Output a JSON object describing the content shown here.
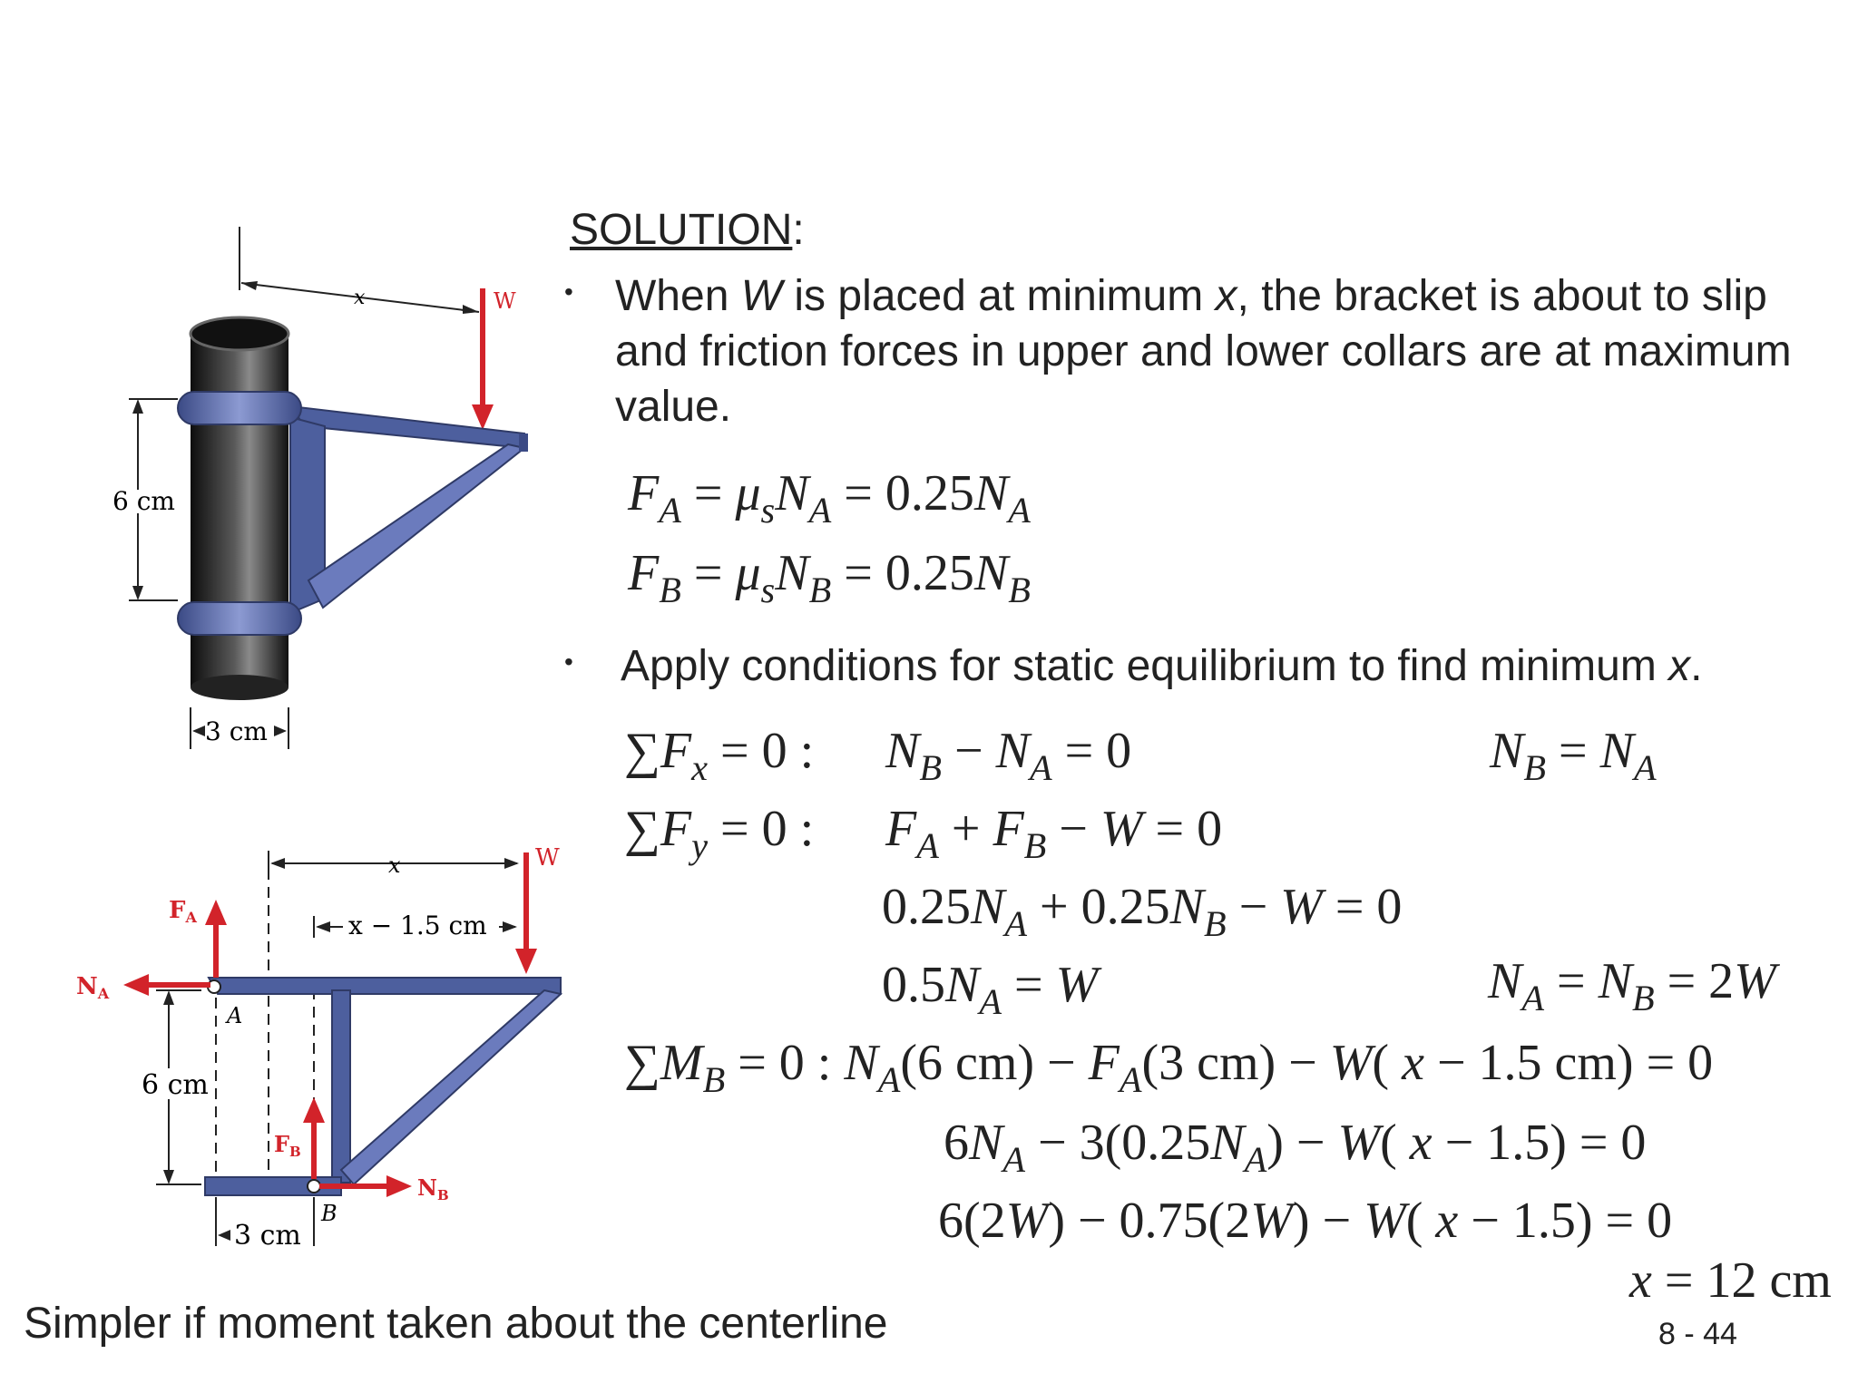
{
  "heading": {
    "text": "SOLUTION",
    "colon": ":"
  },
  "bullet1": {
    "p1": "When ",
    "w": "W",
    "p2": " is placed at minimum ",
    "x": "x",
    "p3": ", the bracket is about to slip and friction forces in upper and lower collars are at maximum value."
  },
  "friction_eqs": {
    "fa": {
      "F": "F",
      "sub": "A",
      "mid": " = ",
      "mu": "μ",
      "musub": "s",
      "N": "N",
      "nsub": "A",
      "rhs": " = 0.25",
      "N2": "N",
      "n2sub": "A"
    },
    "fb": {
      "F": "F",
      "sub": "B",
      "mid": " = ",
      "mu": "μ",
      "musub": "s",
      "N": "N",
      "nsub": "B",
      "rhs": " = 0.25",
      "N2": "N",
      "n2sub": "B"
    }
  },
  "bullet2": {
    "text": "Apply conditions for static equilibrium to find minimum ",
    "x": "x",
    "end": "."
  },
  "equilibrium": {
    "sum_fx": "∑F_x = 0 :",
    "sum_fx_eq": "N_B − N_A = 0",
    "sum_fx_result": "N_B = N_A",
    "sum_fy": "∑F_y = 0 :",
    "sum_fy_eq": "F_A + F_B − W = 0",
    "line3": "0.25N_A + 0.25N_B − W = 0",
    "line4": "0.5N_A = W",
    "line4_result": "N_A = N_B = 2W",
    "sum_mb": "∑M_B = 0 :",
    "sum_mb_eq": "N_A(6 cm) − F_A(3 cm) − W(x − 1.5 cm) = 0",
    "line6": "6N_A − 3(0.25N_A) − W(x − 1.5) = 0",
    "line7": "6(2W) − 0.75(2W) − W(x − 1.5) = 0",
    "result": "x = 12 cm"
  },
  "footer": "Simpler if moment taken about the centerline",
  "slide_number": "8 - 44",
  "figure_top": {
    "x_label": "x",
    "w_label": "W",
    "height_label": "6 cm",
    "width_label": "3 cm"
  },
  "figure_bottom": {
    "x_label": "x",
    "w_label": "W",
    "offset_label": "x − 1.5 cm",
    "fa": "F",
    "fa_sub": "A",
    "na": "N",
    "na_sub": "A",
    "fb": "F",
    "fb_sub": "B",
    "nb": "N",
    "nb_sub": "B",
    "a": "A",
    "b": "B",
    "height_label": "6 cm",
    "width_label": "3 cm"
  },
  "colors": {
    "force": "#d2232a",
    "bracket": "#4d5f9e",
    "pipe": "#1d1d1d"
  }
}
